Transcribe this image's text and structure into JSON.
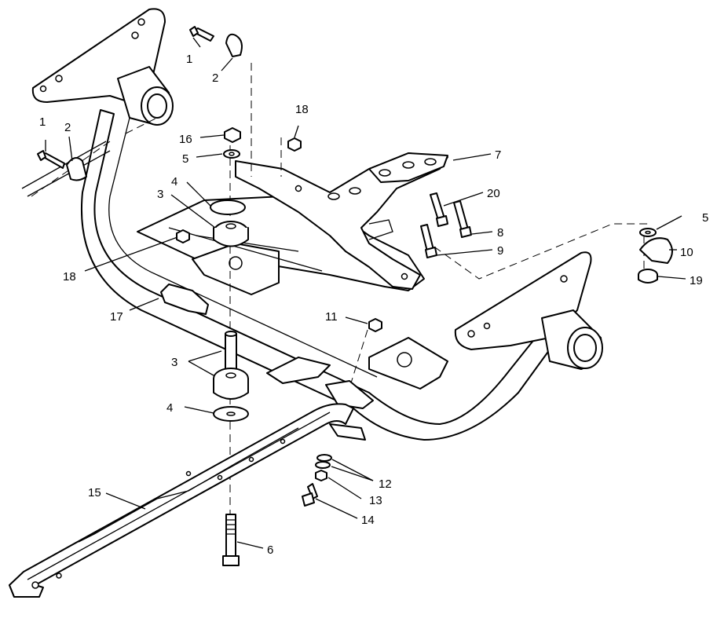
{
  "callouts": [
    {
      "id": "c1a",
      "text": "1"
    },
    {
      "id": "c2a",
      "text": "2"
    },
    {
      "id": "c1b",
      "text": "1"
    },
    {
      "id": "c2b",
      "text": "2"
    },
    {
      "id": "c18a",
      "text": "18"
    },
    {
      "id": "c16",
      "text": "16"
    },
    {
      "id": "c5a",
      "text": "5"
    },
    {
      "id": "c4a",
      "text": "4"
    },
    {
      "id": "c3a",
      "text": "3"
    },
    {
      "id": "c18b",
      "text": "18"
    },
    {
      "id": "c7",
      "text": "7"
    },
    {
      "id": "c20",
      "text": "20"
    },
    {
      "id": "c8",
      "text": "8"
    },
    {
      "id": "c9",
      "text": "9"
    },
    {
      "id": "c5b",
      "text": "5"
    },
    {
      "id": "c10",
      "text": "10"
    },
    {
      "id": "c19",
      "text": "19"
    },
    {
      "id": "c17",
      "text": "17"
    },
    {
      "id": "c11",
      "text": "11"
    },
    {
      "id": "c3b",
      "text": "3"
    },
    {
      "id": "c4b",
      "text": "4"
    },
    {
      "id": "c15",
      "text": "15"
    },
    {
      "id": "c12",
      "text": "12"
    },
    {
      "id": "c13",
      "text": "13"
    },
    {
      "id": "c14",
      "text": "14"
    },
    {
      "id": "c6",
      "text": "6"
    }
  ]
}
